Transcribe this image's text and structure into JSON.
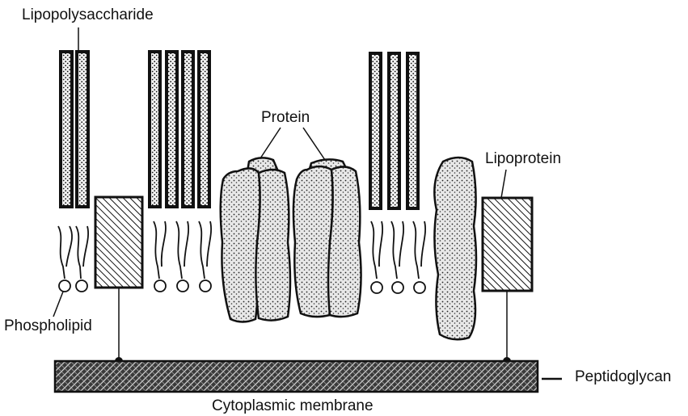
{
  "labels": {
    "lipopolysaccharide": "Lipopolysaccharide",
    "protein": "Protein",
    "lipoprotein": "Lipoprotein",
    "phospholipid": "Phospholipid",
    "peptidoglycan": "Peptidoglycan",
    "cytoplasmic_membrane": "Cytoplasmic membrane"
  },
  "colors": {
    "ink": "#111111",
    "stipple_fill": "#e6e6e6",
    "background": "#ffffff"
  },
  "icons": {
    "lps": "lipopolysaccharide-strand",
    "phospholipid": "phospholipid-lollipop",
    "protein": "porin-protein-blob",
    "lipoprotein": "lipoprotein-box",
    "peptidoglycan": "peptidoglycan-mesh"
  }
}
